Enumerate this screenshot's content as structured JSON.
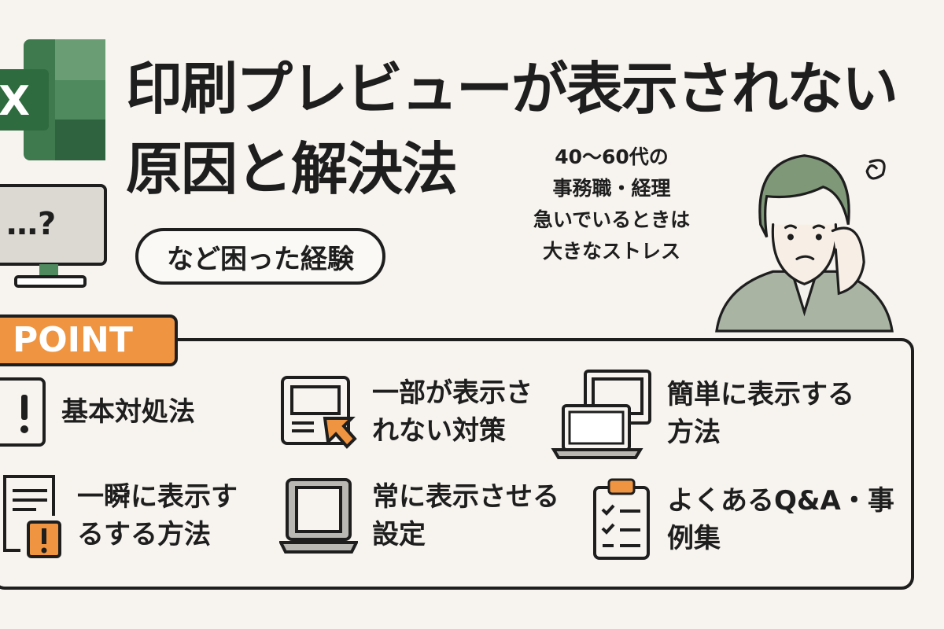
{
  "title": {
    "line1": "印刷プレビューが表示されない",
    "line2": "原因と解決法"
  },
  "logo": {
    "letter": "X",
    "color": "#3f7a4f"
  },
  "monitor": {
    "text": "…?"
  },
  "bubble": {
    "text": "など困った経験"
  },
  "persona": {
    "lines": [
      "40～60代の",
      "事務職・経理",
      "急いでいるときは",
      "大きなストレス"
    ]
  },
  "point": {
    "label": "POINT",
    "color": "#ef9440"
  },
  "items": [
    {
      "icon": "exclamation-icon",
      "label": "基本対処法"
    },
    {
      "icon": "screen-cursor-icon",
      "label": "一部が表示されない対策"
    },
    {
      "icon": "laptop-windows-icon",
      "label": "簡単に表示する方法"
    },
    {
      "icon": "document-warning-icon",
      "label": "一瞬に表示するする方法"
    },
    {
      "icon": "laptop-icon",
      "label": "常に表示させる設定"
    },
    {
      "icon": "clipboard-checklist-icon",
      "label": "よくあるQ&A・事例集"
    }
  ],
  "colors": {
    "background": "#f7f4ef",
    "accent": "#ef9440",
    "green": "#3f7a4f",
    "gray": "#b9b8b3"
  }
}
